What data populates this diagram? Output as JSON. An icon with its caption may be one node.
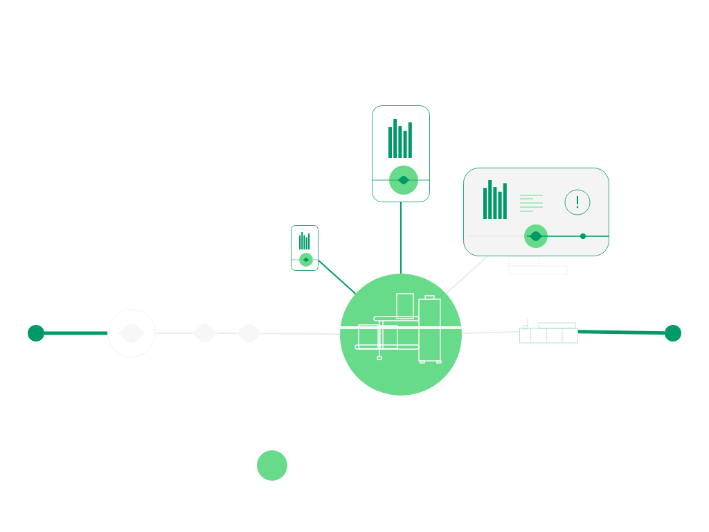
{
  "diagram": {
    "nodes": [
      {
        "text": [],
        "shape": "picture"
      },
      {
        "text": [],
        "shape": "picture"
      },
      {
        "text": [],
        "shape": "picture"
      },
      {
        "text": [],
        "shape": "picture"
      },
      {
        "text": [],
        "shape": "circle"
      },
      {
        "text": [],
        "shape": "circle"
      },
      {
        "text": [],
        "shape": "circle"
      },
      {
        "text": [],
        "shape": "circle"
      },
      {
        "text": [],
        "shape": "picture"
      },
      {
        "text": [],
        "shape": "circle"
      },
      {
        "text": [],
        "shape": "circle"
      }
    ],
    "edges": [
      {
        "from": 4,
        "to": 5,
        "arrow": "none",
        "style": "thick",
        "color": "#00996a"
      },
      {
        "from": 5,
        "to": 6,
        "arrow": "none"
      },
      {
        "from": 6,
        "to": 7,
        "arrow": "none"
      },
      {
        "from": 7,
        "to": 3,
        "arrow": "none"
      },
      {
        "from": 3,
        "to": 8,
        "arrow": "none"
      },
      {
        "from": 8,
        "to": 9,
        "arrow": "none",
        "style": "thick",
        "color": "#00996a"
      },
      {
        "from": 0,
        "to": 3,
        "arrow": "none",
        "color": "#00996a"
      },
      {
        "from": 1,
        "to": 3,
        "arrow": "none",
        "color": "#00996a"
      },
      {
        "from": 2,
        "to": 3,
        "arrow": "none"
      }
    ]
  }
}
